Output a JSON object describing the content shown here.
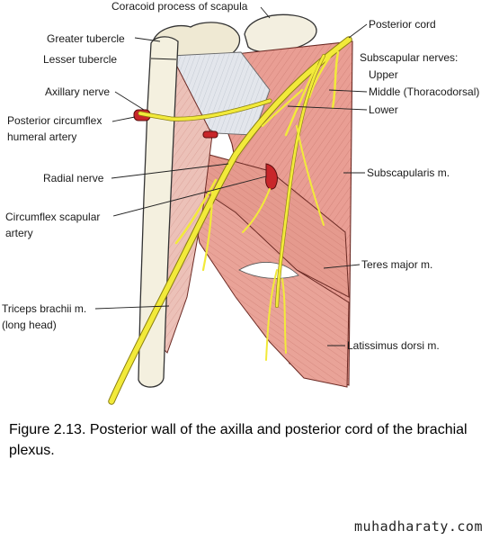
{
  "labels": {
    "coracoid": "Coracoid process of scapula",
    "greater_tubercle": "Greater tubercle",
    "lesser_tubercle": "Lesser tubercle",
    "axillary_nerve": "Axillary nerve",
    "post_circ_line1": "Posterior circumflex",
    "post_circ_line2": "humeral artery",
    "radial_nerve": "Radial nerve",
    "circ_scap_line1": "Circumflex scapular",
    "circ_scap_line2": "artery",
    "triceps_line1": "Triceps brachii m.",
    "triceps_line2": "(long head)",
    "posterior_cord": "Posterior cord",
    "subscapular_nerves": "Subscapular nerves:",
    "upper": "Upper",
    "middle": "Middle (Thoracodorsal)",
    "lower": "Lower",
    "subscapularis": "Subscapularis m.",
    "teres_major": "Teres major m.",
    "latissimus": "Latissimus dorsi m."
  },
  "caption": "Figure 2.13. Posterior wall of the axilla and posterior cord of the brachial plexus.",
  "watermark": "muhadharaty.com",
  "colors": {
    "nerve": "#f2ea3a",
    "muscle": "#e79a90",
    "bone": "#f2ecd6",
    "artery": "#c8262a"
  }
}
